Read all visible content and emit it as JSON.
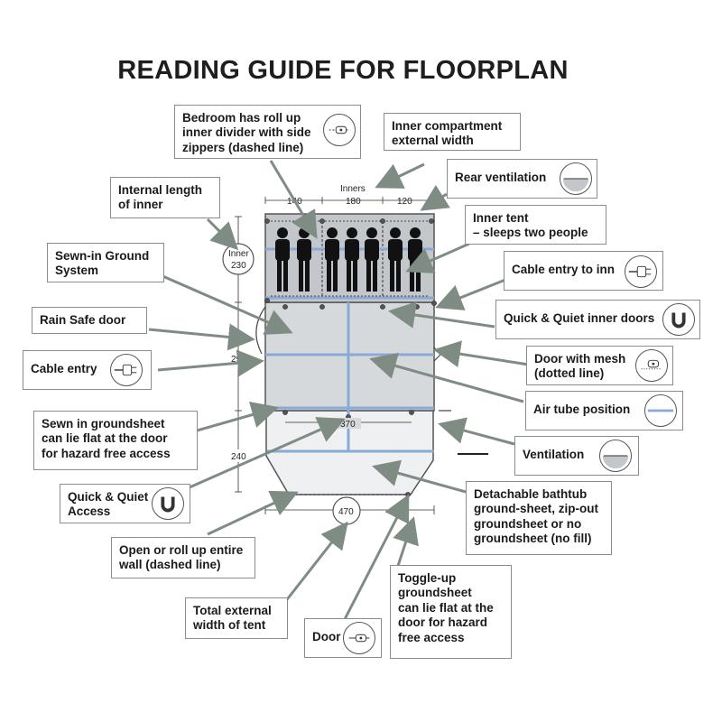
{
  "title": "READING GUIDE FOR FLOORPLAN",
  "dimensions": {
    "inners": "Inners",
    "top_140": "140",
    "top_180": "180",
    "top_120": "120",
    "inner_label": "Inner",
    "inner_230": "230",
    "left_290": "290",
    "left_240": "240",
    "width_370": "370",
    "total_470": "470"
  },
  "callouts": {
    "bedroom": "Bedroom has roll up\ninner divider with side\nzippers (dashed line)",
    "inner_compartment": "Inner compartment\nexternal width",
    "rear_ventilation": "Rear ventilation",
    "internal_length": "Internal length\nof inner",
    "inner_tent": "Inner tent\n– sleeps two people",
    "sewn_in_ground": "Sewn-in Ground\nSystem",
    "cable_entry_inner": "Cable entry to inn",
    "rain_safe": "Rain Safe door",
    "qq_inner_doors": "Quick & Quiet inner doors",
    "cable_entry": "Cable entry",
    "door_mesh": "Door with mesh\n(dotted line)",
    "air_tube": "Air tube position",
    "sewn_groundsheet": "Sewn in groundsheet\ncan lie flat at the door\nfor hazard free access",
    "ventilation": "Ventilation",
    "qq_access": "Quick & Quiet\nAccess",
    "detachable": "Detachable bathtub\nground-sheet, zip-out\ngroundsheet or no\ngroundsheet (no fill)",
    "roll_up_wall": "Open or roll up entire\nwall (dashed line)",
    "toggle_up": "Toggle-up\ngroundsheet\ncan lie flat at the\ndoor for hazard\nfree access",
    "total_width": "Total external\nwidth of tent",
    "door": "Door"
  },
  "icons": [
    "zipper-door-icon",
    "vent-icon",
    "plug-icon",
    "magnet-icon",
    "plug-icon",
    "mesh-door-icon",
    "air-tube-icon",
    "vent-icon",
    "magnet-icon",
    "door-toggle-icon"
  ],
  "colors": {
    "floor": "#d6d9db",
    "inner": "#c3c7cb",
    "tube": "#8aa9d6",
    "arrow": "#7f8c84",
    "border": "#8c8c8c"
  }
}
